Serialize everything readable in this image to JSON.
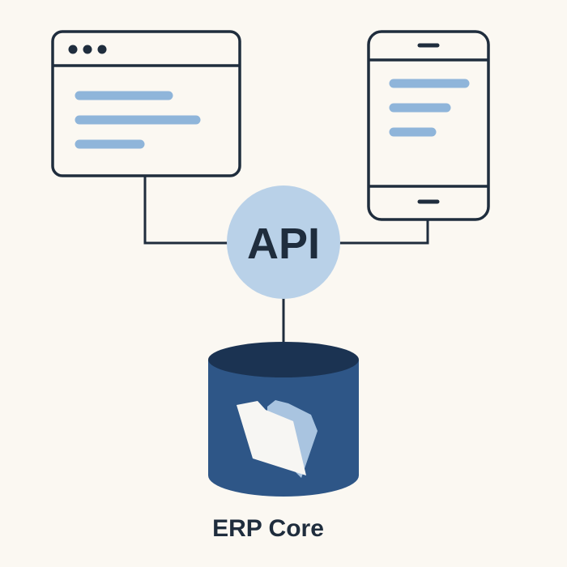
{
  "colors": {
    "background": "#FBF8F2",
    "outline": "#1F2D3D",
    "accent_light": "#8FB5DA",
    "api_fill": "#B9D1E8",
    "db_body": "#2E5687",
    "db_top": "#1B3352",
    "folder_front": "#F7F6F3",
    "folder_back": "#A9C4E0",
    "text_dark": "#1F2D3D"
  },
  "api_node": {
    "label": "API"
  },
  "database": {
    "label": "ERP Core",
    "icon": "folder-icon"
  },
  "desktop_window": {
    "icon": "browser-window-icon",
    "dots": [
      "window-dot",
      "window-dot",
      "window-dot"
    ],
    "content_lines": 3
  },
  "mobile_device": {
    "icon": "mobile-phone-icon",
    "content_lines": 3
  }
}
